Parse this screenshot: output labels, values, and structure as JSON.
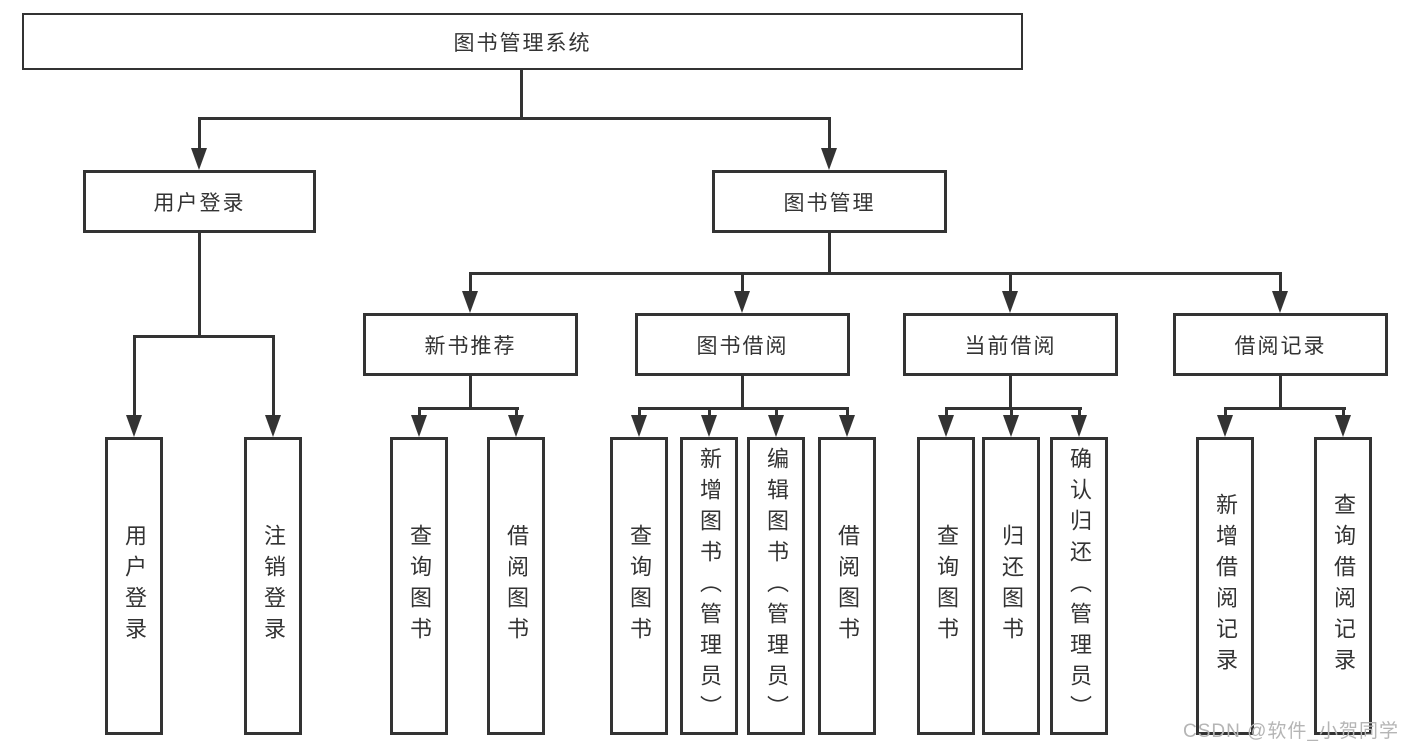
{
  "colors": {
    "line": "#333333",
    "text": "#333333",
    "background": "#ffffff",
    "watermark": "#b5b5b5"
  },
  "watermark": {
    "text": "CSDN @软件_小贺同学"
  },
  "tree": {
    "root": {
      "label": "图书管理系统",
      "children": [
        {
          "label": "用户登录",
          "children": [
            {
              "label": "用户登录"
            },
            {
              "label": "注销登录"
            }
          ]
        },
        {
          "label": "图书管理",
          "children": [
            {
              "label": "新书推荐",
              "children": [
                {
                  "label": "查询图书"
                },
                {
                  "label": "借阅图书"
                }
              ]
            },
            {
              "label": "图书借阅",
              "children": [
                {
                  "label": "查询图书"
                },
                {
                  "label": "新增图书（管理员）"
                },
                {
                  "label": "编辑图书（管理员）"
                },
                {
                  "label": "借阅图书"
                }
              ]
            },
            {
              "label": "当前借阅",
              "children": [
                {
                  "label": "查询图书"
                },
                {
                  "label": "归还图书"
                },
                {
                  "label": "确认归还（管理员）"
                }
              ]
            },
            {
              "label": "借阅记录",
              "children": [
                {
                  "label": "新增借阅记录"
                },
                {
                  "label": "查询借阅记录"
                }
              ]
            }
          ]
        }
      ]
    }
  }
}
